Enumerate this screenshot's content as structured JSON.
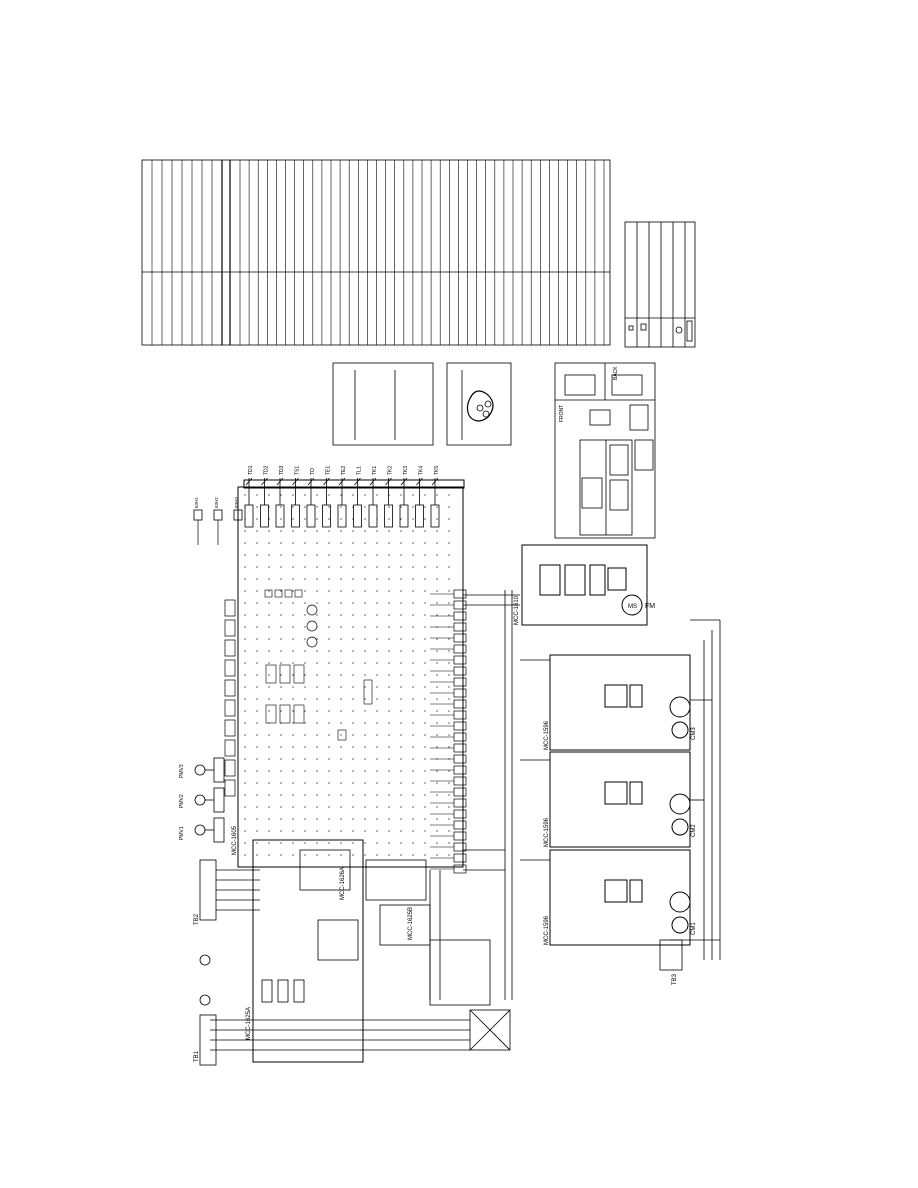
{
  "diagram": {
    "terminal_blocks": {
      "tb1": "TB1",
      "tb2": "TB2",
      "tb3": "TB3"
    },
    "boards": {
      "mcc_1625a": "MCC-1625A",
      "mcc_1605": "MCC-1605",
      "mcc_1610": "MCC-1610",
      "mcc_1626a": "MCC-1626A",
      "mcc_1625b": "MCC-1625B"
    },
    "devices": {
      "ms": "MS",
      "fm": "FM",
      "pmv1": "PMV1",
      "pmv2": "PMV2",
      "pmv3": "PMV3",
      "cm1": "CM1",
      "cm2": "CM2",
      "cm3": "CM3"
    },
    "sensors": [
      "TD1",
      "TD2",
      "TD3",
      "TS1",
      "TO",
      "TE1",
      "TE2",
      "TL1",
      "TK1",
      "TK2",
      "TK3",
      "TK4",
      "TK5"
    ],
    "pressure_switches": [
      "63H1",
      "63H2",
      "63H3"
    ],
    "inverter_boards": [
      "MCC-1596",
      "MCC-1596",
      "MCC-1596"
    ],
    "layout_labels": {
      "back": "BACK",
      "front": "FRONT"
    },
    "colors": {
      "line": "#000000",
      "background": "#ffffff"
    }
  }
}
